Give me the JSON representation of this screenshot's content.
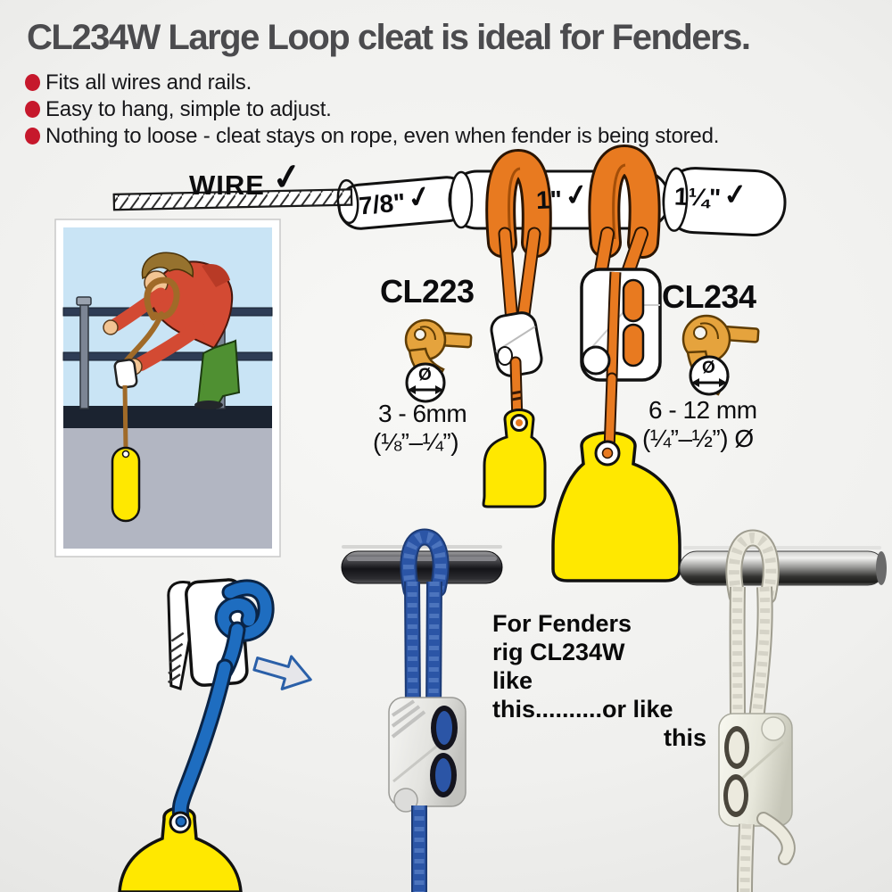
{
  "title": "CL234W Large Loop cleat is ideal for Fenders.",
  "bullets": [
    "Fits all wires and rails.",
    "Easy to hang, simple to adjust.",
    "Nothing to loose - cleat stays on rope, even when fender is being stored."
  ],
  "wire_diagram": {
    "wire_label": "WIRE",
    "wire_check": "✓",
    "rail_sizes": [
      {
        "label": "7/8\"",
        "check": "✓"
      },
      {
        "label": "1\"",
        "check": "✓"
      },
      {
        "label": "1¼\"",
        "check": "✓"
      }
    ]
  },
  "products": {
    "cl223": {
      "name": "CL223",
      "diameter_symbol": "Ø",
      "range_metric": "3 - 6mm",
      "range_imperial": "(⅛”–¼”)"
    },
    "cl234": {
      "name": "CL234",
      "diameter_symbol": "Ø",
      "range_metric": "6 - 12 mm",
      "range_imperial": "(¼”–½”) Ø"
    }
  },
  "caption": {
    "lines": [
      "For Fenders",
      "rig CL234W",
      "like",
      "this..........or like",
      "this"
    ]
  },
  "colors": {
    "title_gray": "#4b4b4e",
    "bullet_red": "#c6182c",
    "rope_orange": "#e87a20",
    "icon_orange": "#e5a33d",
    "fender_yellow": "#ffe800",
    "drawn_rope_blue": "#1e6dc0",
    "photo_rope_blue": "#2b55a6",
    "sky_blue": "#c9e4f5"
  }
}
